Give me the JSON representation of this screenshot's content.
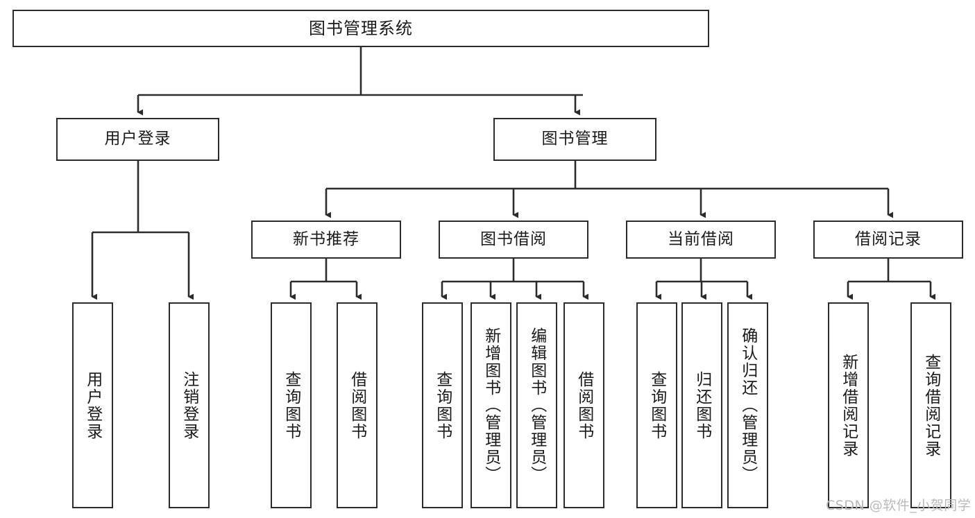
{
  "diagram": {
    "title": "图书管理系统",
    "watermark": "CSDN @软件_小贺同学",
    "line_color": "#2b2b2b",
    "box_fill": "#ffffff",
    "text_color": "#1a1a1a",
    "watermark_color": "#b9b9b9",
    "nodes": {
      "root": {
        "label": "图书管理系统"
      },
      "level2": [
        {
          "id": "user_login",
          "label": "用户登录"
        },
        {
          "id": "book_manage",
          "label": "图书管理"
        }
      ],
      "level3": [
        {
          "id": "new_book_rec",
          "label": "新书推荐"
        },
        {
          "id": "book_borrow",
          "label": "图书借阅"
        },
        {
          "id": "current_borrow",
          "label": "当前借阅"
        },
        {
          "id": "borrow_record",
          "label": "借阅记录"
        }
      ],
      "leaves": [
        {
          "id": "leaf_user_login",
          "label": "用户登录",
          "parent": "user_login"
        },
        {
          "id": "leaf_logout",
          "label": "注销登录",
          "parent": "user_login"
        },
        {
          "id": "leaf_query_book_1",
          "label": "查询图书",
          "parent": "new_book_rec"
        },
        {
          "id": "leaf_borrow_book_1",
          "label": "借阅图书",
          "parent": "new_book_rec"
        },
        {
          "id": "leaf_query_book_2",
          "label": "查询图书",
          "parent": "book_borrow"
        },
        {
          "id": "leaf_add_book",
          "label": "新增图书（管理员）",
          "parent": "book_borrow"
        },
        {
          "id": "leaf_edit_book",
          "label": "编辑图书（管理员）",
          "parent": "book_borrow"
        },
        {
          "id": "leaf_borrow_book_2",
          "label": "借阅图书",
          "parent": "book_borrow"
        },
        {
          "id": "leaf_query_book_3",
          "label": "查询图书",
          "parent": "current_borrow"
        },
        {
          "id": "leaf_return_book",
          "label": "归还图书",
          "parent": "current_borrow"
        },
        {
          "id": "leaf_confirm_return",
          "label": "确认归还（管理员）",
          "parent": "current_borrow"
        },
        {
          "id": "leaf_add_record",
          "label": "新增借阅记录",
          "parent": "borrow_record"
        },
        {
          "id": "leaf_query_record",
          "label": "查询借阅记录",
          "parent": "borrow_record"
        }
      ]
    }
  }
}
